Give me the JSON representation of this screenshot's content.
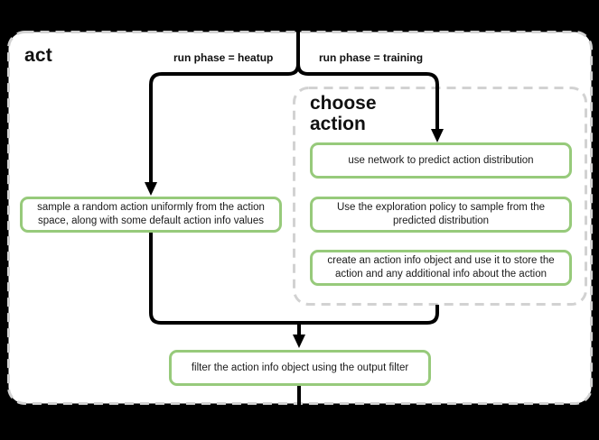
{
  "colors": {
    "background": "#000000",
    "page_fill": "#ffffff",
    "dashed_border": "#d2d2d2",
    "box_border": "#97ca7b",
    "edge": "#000000",
    "text": "#111111"
  },
  "page": {
    "title": "act"
  },
  "branches": {
    "heatup_label": "run phase = heatup",
    "training_label": "run phase = training"
  },
  "group": {
    "title": "choose\naction"
  },
  "nodes": {
    "sample_random_action": "sample a random action uniformly from the action\nspace, along with some default action info values",
    "predict_distribution": "use network to predict action distribution",
    "exploration_policy": "Use the exploration policy to sample from the\npredicted distribution",
    "create_action_info": "create an action info object and use it to store the\naction and any additional info about the action",
    "filter_output": "filter the action info object using the output filter"
  }
}
